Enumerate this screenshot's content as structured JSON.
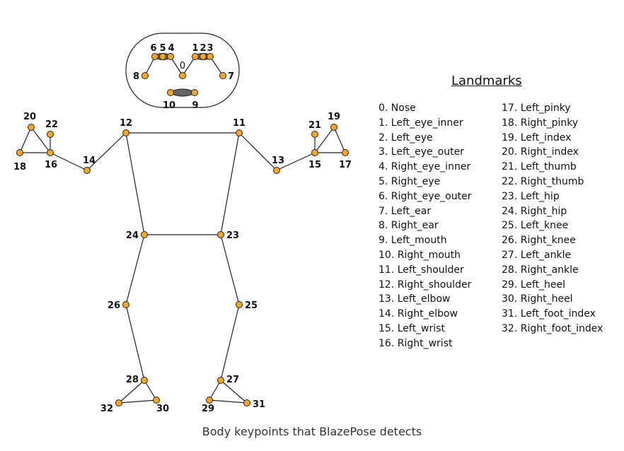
{
  "legend_title": "Landmarks",
  "landmarks_col1": [
    "0. Nose",
    "1. Left_eye_inner",
    "2. Left_eye",
    "3. Left_eye_outer",
    "4. Right_eye_inner",
    "5. Right_eye",
    "6. Right_eye_outer",
    "7. Left_ear",
    "8. Right_ear",
    "9. Left_mouth",
    "10. Right_mouth",
    "11. Left_shoulder",
    "12. Right_shoulder",
    "13. Left_elbow",
    "14. Right_elbow",
    "15. Left_wrist",
    "16. Right_wrist"
  ],
  "landmarks_col2": [
    "17. Left_pinky",
    "18. Right_pinky",
    "19. Left_index",
    "20. Right_index",
    "21. Left_thumb",
    "22. Right_thumb",
    "23. Left_hip",
    "24. Right_hip",
    "25. Left_knee",
    "26. Right_knee",
    "27. Left_ankle",
    "28. Right_ankle",
    "29. Left_heel",
    "30. Right_heel",
    "31. Left_foot_index",
    "32. Right_foot_index"
  ],
  "caption": "Body keypoints that BlazePose detects",
  "colors": {
    "keypoint": "#f5a623",
    "keypoint_outline": "#222222",
    "eye_fill": "#666666",
    "line": "#222222"
  },
  "keypoint_labels": [
    "0",
    "1",
    "2",
    "3",
    "4",
    "5",
    "6",
    "7",
    "8",
    "9",
    "10",
    "11",
    "12",
    "13",
    "14",
    "15",
    "16",
    "17",
    "18",
    "19",
    "20",
    "21",
    "22",
    "23",
    "24",
    "25",
    "26",
    "27",
    "28",
    "29",
    "30",
    "31",
    "32"
  ]
}
